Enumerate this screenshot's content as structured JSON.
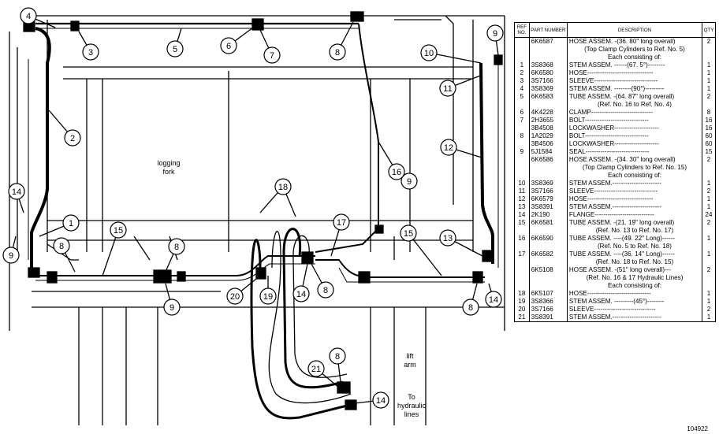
{
  "table": {
    "headers": {
      "ref": "REF NO.",
      "part": "PART NUMBER",
      "desc": "DESCRIPTION",
      "qty": "QTY"
    },
    "rows": [
      {
        "ref": "",
        "part": "6K6587",
        "desc": "HOSE ASSEM. -(36. 80\" long overall)",
        "qty": "2"
      },
      {
        "ref": "",
        "part": "",
        "desc": "(Top Clamp Cylinders to Ref. No. 5)",
        "qty": ""
      },
      {
        "ref": "",
        "part": "",
        "desc": "Each consisting of:",
        "qty": ""
      },
      {
        "ref": "1",
        "part": "3S8368",
        "desc": "STEM ASSEM. ------(67. 5°)--------",
        "qty": "1"
      },
      {
        "ref": "2",
        "part": "6K6580",
        "desc": "HOSE-------------------------------",
        "qty": "1"
      },
      {
        "ref": "3",
        "part": "3S7166",
        "desc": "SLEEVE------------------------------",
        "qty": "1"
      },
      {
        "ref": "4",
        "part": "3S8369",
        "desc": "STEM ASSEM. --------(90°)---------",
        "qty": "1"
      },
      {
        "ref": "5",
        "part": "6K6583",
        "desc": "TUBE ASSEM. -(64. 87\" long overall)",
        "qty": "2"
      },
      {
        "ref": "",
        "part": "",
        "desc": "(Ref. No. 16 to Ref. No. 4)",
        "qty": ""
      },
      {
        "ref": "6",
        "part": "4K4228",
        "desc": "CLAMP-----------------------------",
        "qty": "8"
      },
      {
        "ref": "7",
        "part": "2H3655",
        "desc": "BOLT------------------------------",
        "qty": "16"
      },
      {
        "ref": "",
        "part": "3B4508",
        "desc": "LOCKWASHER---------------------",
        "qty": "16"
      },
      {
        "ref": "8",
        "part": "1A2029",
        "desc": "BOLT------------------------------",
        "qty": "60"
      },
      {
        "ref": "",
        "part": "3B4506",
        "desc": "LOCKWASHER---------------------",
        "qty": "60"
      },
      {
        "ref": "9",
        "part": "5J1584",
        "desc": "SEAL------------------------------",
        "qty": "15"
      },
      {
        "ref": "",
        "part": "6K6586",
        "desc": "HOSE ASSEM. -(34. 30\" long overall)",
        "qty": "2"
      },
      {
        "ref": "",
        "part": "",
        "desc": "(Top Clamp Cylinders to Ref. No. 15)",
        "qty": ""
      },
      {
        "ref": "",
        "part": "",
        "desc": "Each consisting of:",
        "qty": ""
      },
      {
        "ref": "10",
        "part": "3S8369",
        "desc": "STEM ASSEM.-----------------------",
        "qty": "1"
      },
      {
        "ref": "11",
        "part": "3S7166",
        "desc": "SLEEVE------------------------------",
        "qty": "2"
      },
      {
        "ref": "12",
        "part": "6K6579",
        "desc": "HOSE-------------------------------",
        "qty": "1"
      },
      {
        "ref": "13",
        "part": "3S8391",
        "desc": "STEM ASSEM.-----------------------",
        "qty": "1"
      },
      {
        "ref": "14",
        "part": "2K190",
        "desc": "FLANGE----------------------------",
        "qty": "24"
      },
      {
        "ref": "15",
        "part": "6K6581",
        "desc": "TUBE ASSEM. -(21. 19\" long overall)",
        "qty": "2"
      },
      {
        "ref": "",
        "part": "",
        "desc": "(Ref. No. 13 to Ref. No. 17)",
        "qty": ""
      },
      {
        "ref": "16",
        "part": "6K6590",
        "desc": "TUBE ASSEM. ----(49. 22\" Long)------",
        "qty": "1"
      },
      {
        "ref": "",
        "part": "",
        "desc": "(Ref. No. 5 to Ref. No. 18)",
        "qty": ""
      },
      {
        "ref": "17",
        "part": "6K6582",
        "desc": "TUBE ASSEM. ----(36. 14\" Long)------",
        "qty": "1"
      },
      {
        "ref": "",
        "part": "",
        "desc": "(Ref. No. 18 to Ref. No. 15)",
        "qty": ""
      },
      {
        "ref": "",
        "part": "6K5108",
        "desc": "HOSE ASSEM. -(51\" long overall)---",
        "qty": "2"
      },
      {
        "ref": "",
        "part": "",
        "desc": "(Ref. No. 16 & 17 Hydraulic Lines)",
        "qty": ""
      },
      {
        "ref": "",
        "part": "",
        "desc": "Each consisting of:",
        "qty": ""
      },
      {
        "ref": "18",
        "part": "6K5107",
        "desc": "HOSE------------------------------",
        "qty": "1"
      },
      {
        "ref": "19",
        "part": "3S8366",
        "desc": "STEM ASSEM. ---------(45°)--------",
        "qty": "1"
      },
      {
        "ref": "20",
        "part": "3S7166",
        "desc": "SLEEVE-----------------------------",
        "qty": "2"
      },
      {
        "ref": "21",
        "part": "3S8391",
        "desc": "STEM ASSEM.-----------------------",
        "qty": "1"
      }
    ]
  },
  "diagram": {
    "labels": {
      "logging_fork": "logging\nfork",
      "lift_arm": "lift\narm",
      "to_hydraulic": "To\nhydraulic\nlines"
    },
    "callouts": [
      "1",
      "2",
      "3",
      "4",
      "5",
      "6",
      "7",
      "8",
      "9",
      "10",
      "11",
      "12",
      "13",
      "14",
      "15",
      "16",
      "17",
      "18",
      "19",
      "20",
      "21"
    ]
  },
  "figure_number": "104922"
}
